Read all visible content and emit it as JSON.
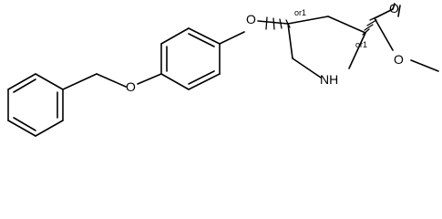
{
  "structure": {
    "atom_labels": {
      "ether_oxygen_left": "O",
      "ether_oxygen_right": "O",
      "ring_nitrogen": "NH",
      "carbonyl_oxygen": "O",
      "ester_oxygen": "O"
    },
    "stereo_labels": {
      "c4_stereo": "or1",
      "c2_stereo": "or1"
    }
  }
}
